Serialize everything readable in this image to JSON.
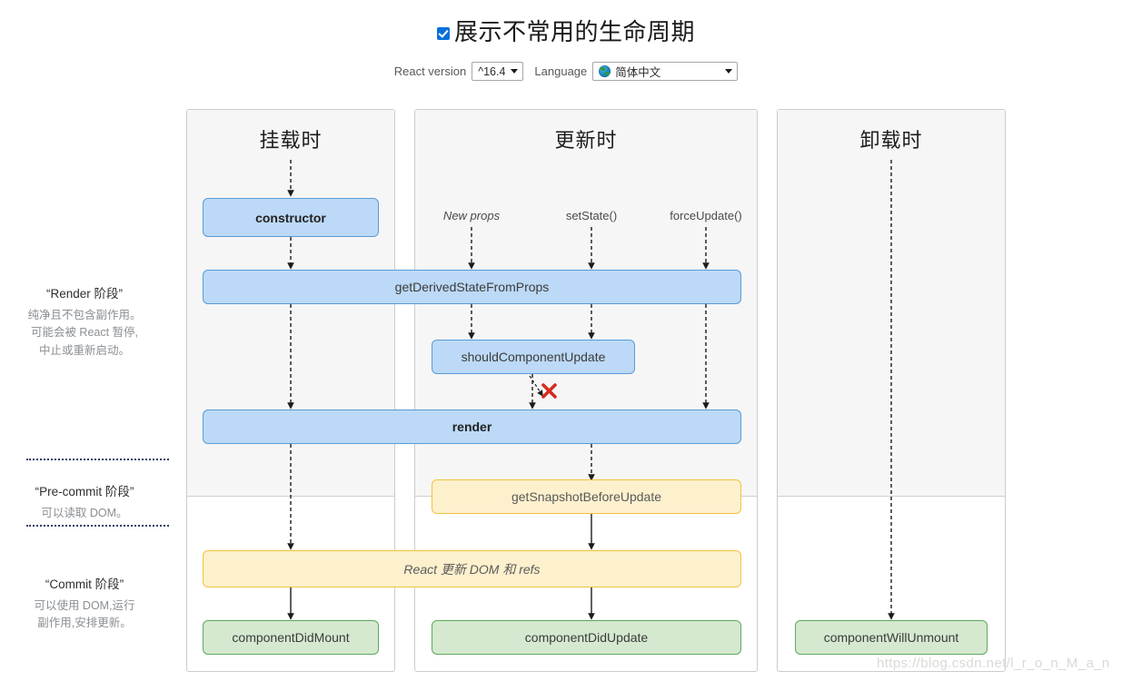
{
  "header": {
    "checkbox_checked": true,
    "title": "展示不常用的生命周期",
    "react_version_label": "React version",
    "react_version_value": "^16.4",
    "language_label": "Language",
    "language_value": "简体中文"
  },
  "phases": [
    {
      "title": "“Render 阶段”",
      "desc_lines": [
        "纯净且不包含副作用。",
        "可能会被 React 暂停,",
        "中止或重新启动。"
      ]
    },
    {
      "title": "“Pre-commit 阶段”",
      "desc_lines": [
        "可以读取 DOM。"
      ]
    },
    {
      "title": "“Commit 阶段”",
      "desc_lines": [
        "可以使用 DOM,运行",
        "副作用,安排更新。"
      ]
    }
  ],
  "columns": [
    {
      "key": "mount",
      "title": "挂载时"
    },
    {
      "key": "update",
      "title": "更新时"
    },
    {
      "key": "unmount",
      "title": "卸载时"
    }
  ],
  "triggers": [
    {
      "label": "New props",
      "italic": true
    },
    {
      "label": "setState()",
      "italic": false
    },
    {
      "label": "forceUpdate()",
      "italic": false
    }
  ],
  "boxes": {
    "constructor": "constructor",
    "get_derived_state_from_props": "getDerivedStateFromProps",
    "should_component_update": "shouldComponentUpdate",
    "render": "render",
    "get_snapshot_before_update": "getSnapshotBeforeUpdate",
    "react_updates_dom": "React 更新 DOM 和 refs",
    "component_did_mount": "componentDidMount",
    "component_did_update": "componentDidUpdate",
    "component_will_unmount": "componentWillUnmount"
  },
  "annotations": {
    "skip_update_mark": "red-x-skip-render"
  },
  "watermark": "https://blog.csdn.net/l_r_o_n_M_a_n",
  "colors": {
    "blue_fill": "#bcd9f7",
    "blue_border": "#5b9bd5",
    "yellow_fill": "#fdf0cd",
    "yellow_border": "#f0c33c",
    "green_fill": "#d4e9d0",
    "green_border": "#5fa85c",
    "column_gray": "#f6f6f6",
    "accent_check": "#0a6fd8",
    "red_x": "#d62b1f"
  }
}
